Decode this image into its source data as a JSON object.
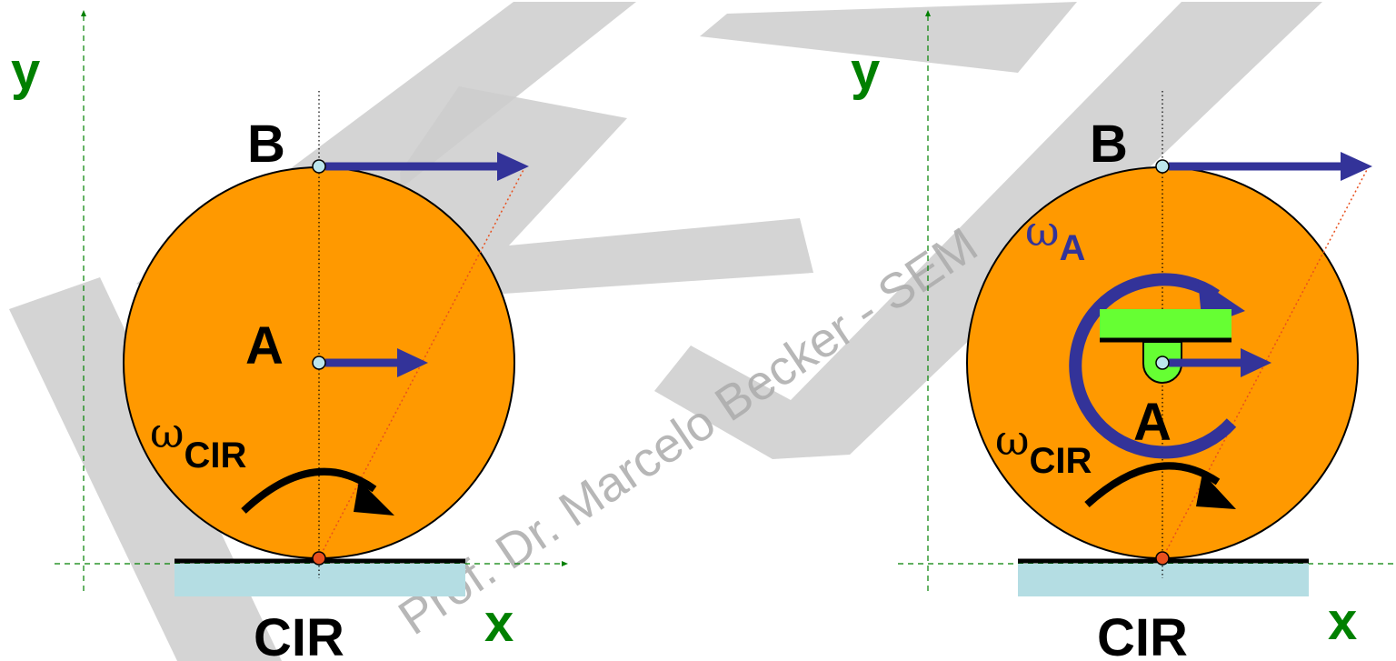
{
  "colors": {
    "wheel_fill": "#FF9900",
    "axis": "#008000",
    "velocity_arrow": "#333399",
    "ground": "#B4DDE3",
    "bearing": "#66FF33",
    "point_marker": "#BCE6EC",
    "cir_marker": "#E8501E",
    "instant_line": "#E8501E",
    "watermark_shape": "#CCCCCC",
    "watermark_text": "#AAAAAA"
  },
  "watermark": {
    "text": "Prof. Dr. Marcelo Becker - SEM"
  },
  "left_diagram": {
    "axis_y_label": "y",
    "axis_x_label": "x",
    "point_top_label": "B",
    "point_center_label": "A",
    "cir_label": "CIR",
    "omega_symbol": "ω",
    "omega_subscript": "CIR"
  },
  "right_diagram": {
    "axis_y_label": "y",
    "axis_x_label": "x",
    "point_top_label": "B",
    "point_center_label": "A",
    "cir_label": "CIR",
    "omega_cir_symbol": "ω",
    "omega_cir_subscript": "CIR",
    "omega_a_symbol": "ω",
    "omega_a_subscript": "A"
  }
}
